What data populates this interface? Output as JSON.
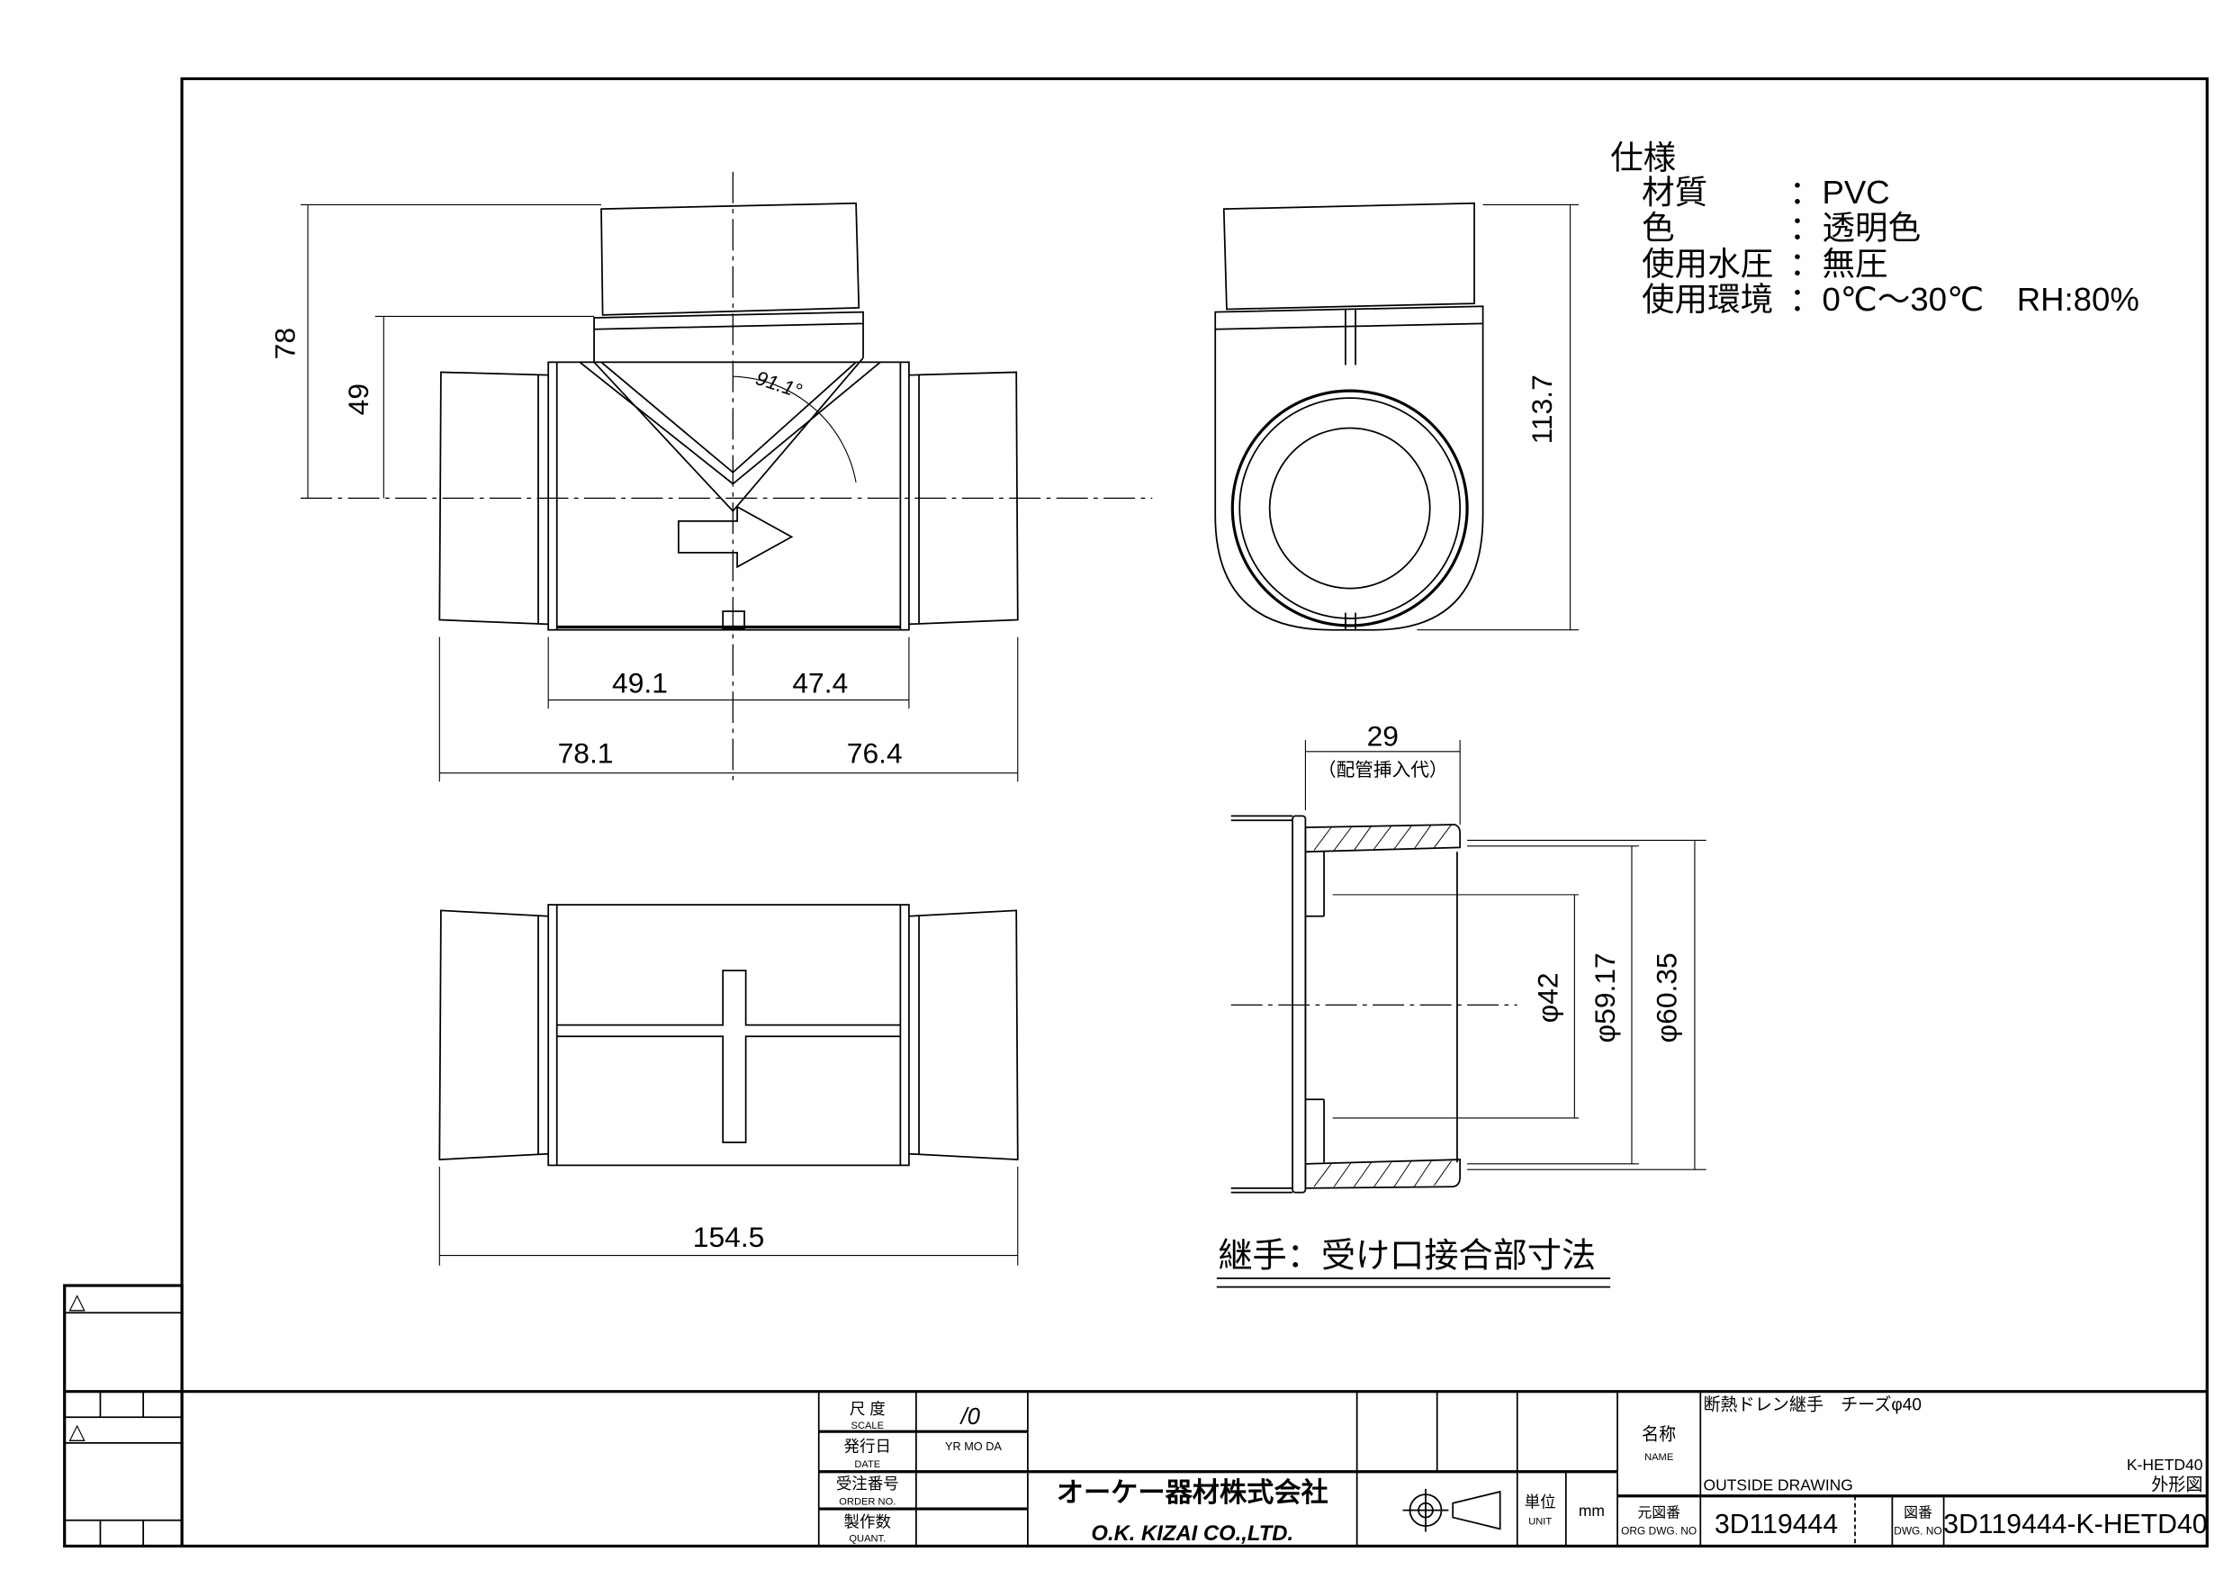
{
  "spec": {
    "title": "仕様",
    "rows": [
      {
        "label": "材質",
        "value": "：PVC"
      },
      {
        "label": "色",
        "value": "：透明色"
      },
      {
        "label": "使用水圧",
        "value": "：無圧"
      },
      {
        "label": "使用環境",
        "value": "：0℃～30℃　RH:80%"
      }
    ]
  },
  "dimensions": {
    "front_height_total": "78",
    "front_height_branch": "49",
    "angle": "91.1°",
    "front_left_inner": "49.1",
    "front_right_inner": "47.4",
    "front_left_outer": "78.1",
    "front_right_outer": "76.4",
    "side_height": "113.7",
    "bottom_length": "154.5",
    "insertion_depth": "29",
    "insertion_label": "（配管挿入代）",
    "dia_inner": "φ42",
    "dia_mid": "φ59.17",
    "dia_outer": "φ60.35"
  },
  "detail_caption": "継手：受け口接合部寸法",
  "title_block": {
    "scale_label": "尺 度",
    "scale_label_en": "SCALE",
    "scale_value": "/0",
    "date_label": "発行日",
    "date_label_en": "DATE",
    "date_value": "YR  MO  DA",
    "order_label": "受注番号",
    "order_label_en": "ORDER NO.",
    "quant_label": "製作数",
    "quant_label_en": "QUANT.",
    "company_jp": "オーケー器材株式会社",
    "company_en": "O.K. KIZAI CO.,LTD.",
    "unit_label": "単位",
    "unit_label_en": "UNIT",
    "unit_value": "mm",
    "name_label": "名称",
    "name_label_en": "NAME",
    "name_value": "断熱ドレン継手　チーズφ40",
    "drawing_type_en": "OUTSIDE DRAWING",
    "model": "K-HETD40",
    "drawing_type_jp": "外形図",
    "org_dwg_label": "元図番",
    "org_dwg_label_en": "ORG DWG. NO",
    "org_dwg_no": "3D119444",
    "dwg_label": "図番",
    "dwg_label_en": "DWG. NO",
    "dwg_no": "3D119444-K-HETD40"
  },
  "revision_marks": [
    "△",
    "△"
  ]
}
